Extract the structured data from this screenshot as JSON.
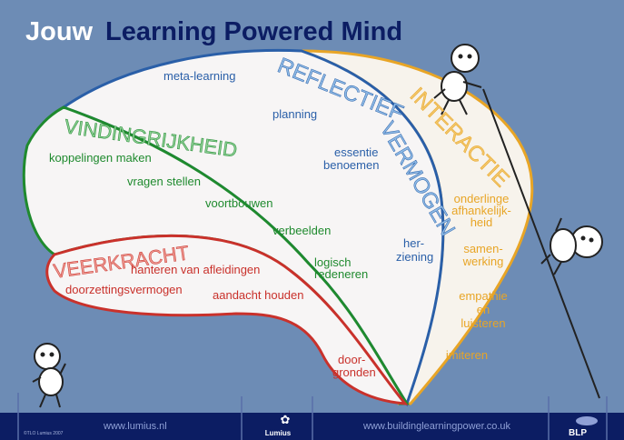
{
  "title": {
    "prefix": "Jouw",
    "main": "Learning Powered Mind"
  },
  "sections": {
    "reflectief": {
      "heading_line1": "REFLECTIEF",
      "heading_line2": "VERMOGEN",
      "color": "#2a5fa8",
      "heading_color": "#6fa3d8",
      "items": [
        "meta-learning",
        "planning",
        "essentie",
        "benoemen",
        "her-",
        "ziening"
      ]
    },
    "interactie": {
      "heading": "INTERACTIE",
      "color": "#e8a526",
      "items": [
        "onderlinge",
        "afhankelijk-",
        "heid",
        "samen-",
        "werking",
        "empathie",
        "en",
        "luisteren",
        "imiteren"
      ]
    },
    "vindingrijkheid": {
      "heading": "VINDINGRIJKHEID",
      "color": "#1f8a2e",
      "items": [
        "koppelingen maken",
        "vragen stellen",
        "voortbouwen",
        "verbeelden",
        "logisch",
        "redeneren"
      ]
    },
    "veerkracht": {
      "heading": "VEERKRACHT",
      "color": "#c9312b",
      "items": [
        "hanteren van afleidingen",
        "doorzettingsvermogen",
        "aandacht houden",
        "door-",
        "gronden"
      ]
    }
  },
  "footer": {
    "copyright": "©TLO Lumius 2007",
    "link1": "www.lumius.nl",
    "logo1": "Lumius",
    "link2": "www.buildinglearningpower.co.uk",
    "logo2": "BLP"
  },
  "colors": {
    "background": "#6d8cb5",
    "footer": "#0c1d63",
    "title_main": "#0c1d63"
  }
}
